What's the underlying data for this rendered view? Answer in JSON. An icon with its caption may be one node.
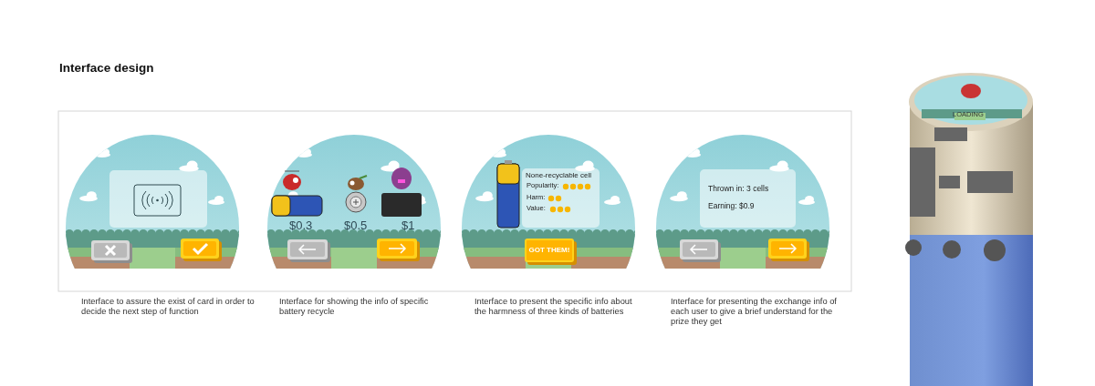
{
  "diagram": {
    "title": "Interface design",
    "labels": [
      "$0.3",
      "$0.5",
      "$1",
      "None-recyclable cell",
      "Popularity:",
      "Harm:",
      "Value:",
      "GOT THEM!",
      "Thrown in: 3 cells",
      "Earning: $0.9",
      "LOADING",
      "Interface to assure the exist of card in order to decide the next step of function",
      "Interface for showing the info of specific battery recycle",
      "Interface to present the specific info about the harmness of three kinds of batteries",
      "Interface for presenting the exchange info of each user to give a brief understand for the prize they get"
    ]
  }
}
